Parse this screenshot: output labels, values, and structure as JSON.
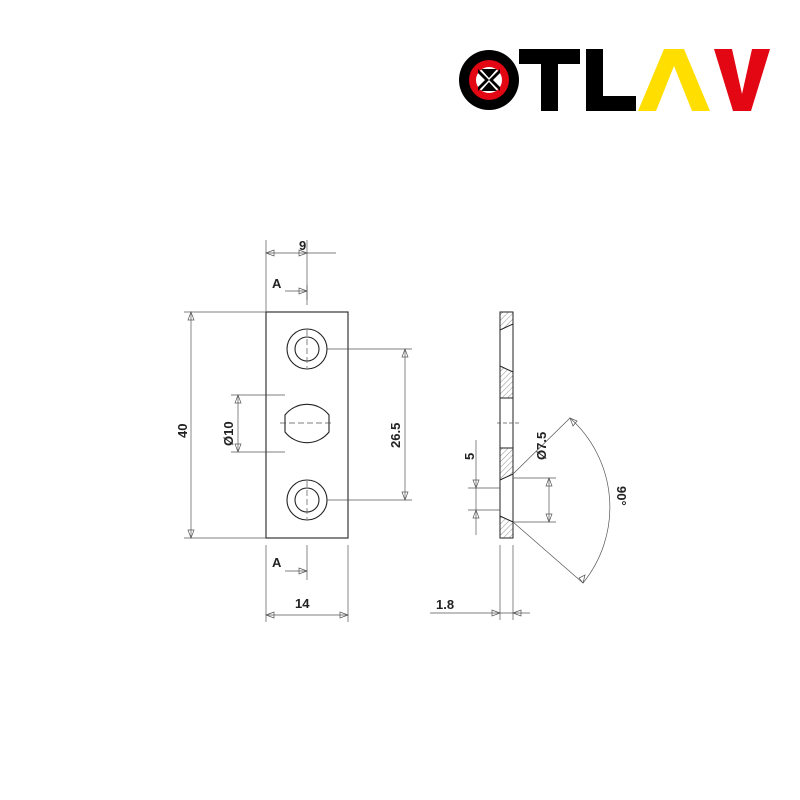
{
  "logo": {
    "letters": [
      "T",
      "L",
      "A",
      "V"
    ],
    "colors": {
      "black": "#000000",
      "red": "#e30613",
      "yellow": "#ffde00"
    },
    "mark_icon": "otlav-cross-circle-icon"
  },
  "front_view": {
    "dim_top_width": "9",
    "dim_height": "40",
    "dim_center_hole": "Ø10",
    "dim_hole_spacing": "26.5",
    "dim_bottom_width": "14",
    "section_top": "A",
    "section_bottom": "A"
  },
  "side_view": {
    "dim_countersink": "Ø7.5",
    "dim_depth": "5",
    "dim_angle": "90°",
    "dim_thickness": "1.8"
  }
}
